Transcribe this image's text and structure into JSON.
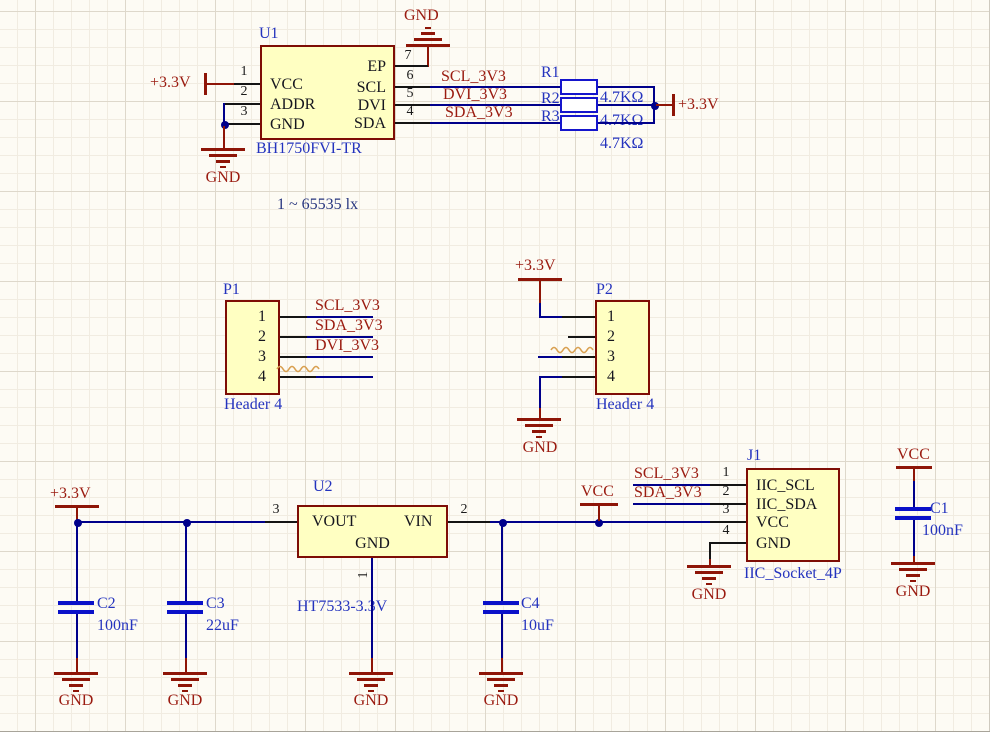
{
  "colors": {
    "background": "#FDFBF4",
    "wire_blue": "#00008B",
    "pin_black": "#141414",
    "power_red": "#8E1507",
    "net_text_red": "#9A1B10",
    "component_text_blue": "#2433BE",
    "body_fill": "#FFFFC2",
    "body_border": "#7E0D05",
    "symbol_blue": "#1515CC"
  },
  "nets": {
    "scl": "SCL_3V3",
    "sda": "SDA_3V3",
    "dvi": "DVI_3V3"
  },
  "power": {
    "p33": "+3.3V",
    "vcc": "VCC",
    "gnd": "GND"
  },
  "u1": {
    "designator": "U1",
    "value": "BH1750FVI-TR",
    "note": "1 ~ 65535 lx",
    "pins": {
      "p1": {
        "num": "1",
        "name": "VCC"
      },
      "p2": {
        "num": "2",
        "name": "ADDR"
      },
      "p3": {
        "num": "3",
        "name": "GND"
      },
      "p4": {
        "num": "4",
        "name": "SDA"
      },
      "p5": {
        "num": "5",
        "name": "DVI"
      },
      "p6": {
        "num": "6",
        "name": "SCL"
      },
      "p7": {
        "num": "7",
        "name": "EP"
      }
    }
  },
  "r1": {
    "designator": "R1",
    "value": "4.7KΩ"
  },
  "r2": {
    "designator": "R2",
    "value": "4.7KΩ"
  },
  "r3": {
    "designator": "R3",
    "value": "4.7KΩ"
  },
  "p1": {
    "designator": "P1",
    "value": "Header 4",
    "pins": {
      "n1": "1",
      "n2": "2",
      "n3": "3",
      "n4": "4"
    }
  },
  "p2": {
    "designator": "P2",
    "value": "Header 4",
    "pins": {
      "n1": "1",
      "n2": "2",
      "n3": "3",
      "n4": "4"
    }
  },
  "u2": {
    "designator": "U2",
    "value": "HT7533-3.3V",
    "pins": {
      "vout": {
        "num": "3",
        "name": "VOUT"
      },
      "vin": {
        "num": "2",
        "name": "VIN"
      },
      "gnd": {
        "num": "1",
        "name": "GND"
      }
    }
  },
  "j1": {
    "designator": "J1",
    "value": "IIC_Socket_4P",
    "pins": {
      "p1": {
        "num": "1",
        "name": "IIC_SCL"
      },
      "p2": {
        "num": "2",
        "name": "IIC_SDA"
      },
      "p3": {
        "num": "3",
        "name": "VCC"
      },
      "p4": {
        "num": "4",
        "name": "GND"
      }
    }
  },
  "c1": {
    "designator": "C1",
    "value": "100nF"
  },
  "c2": {
    "designator": "C2",
    "value": "100nF"
  },
  "c3": {
    "designator": "C3",
    "value": "22uF"
  },
  "c4": {
    "designator": "C4",
    "value": "10uF"
  }
}
